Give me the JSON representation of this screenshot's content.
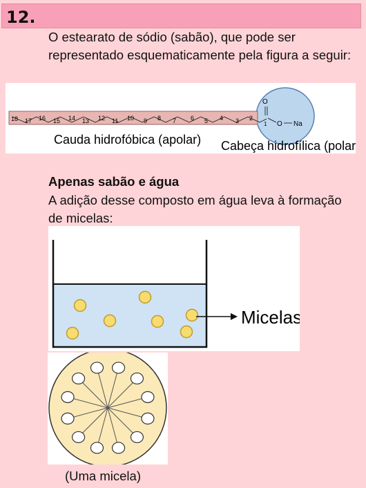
{
  "question": {
    "number": "12."
  },
  "intro": "O estearato de sódio (sabão), que pode ser representado esquematicamente pela figura a seguir:",
  "molecule": {
    "carbons": [
      "18",
      "17",
      "16",
      "15",
      "14",
      "13",
      "12",
      "11",
      "10",
      "9",
      "8",
      "7",
      "6",
      "5",
      "4",
      "3",
      "2",
      "1"
    ],
    "oxygen_top": "O",
    "oxygen_right": "O",
    "sodium": "Na",
    "tail_label": "Cauda hidrofóbica (apolar)",
    "head_label": "Cabeça hidrofílica (polar)"
  },
  "section_heading": "Apenas sabão e água",
  "section_text": "A adição desse composto em água leva à formação de micelas:",
  "beaker": {
    "label": "Micelas"
  },
  "micelle_caption": "(Uma micela)"
}
